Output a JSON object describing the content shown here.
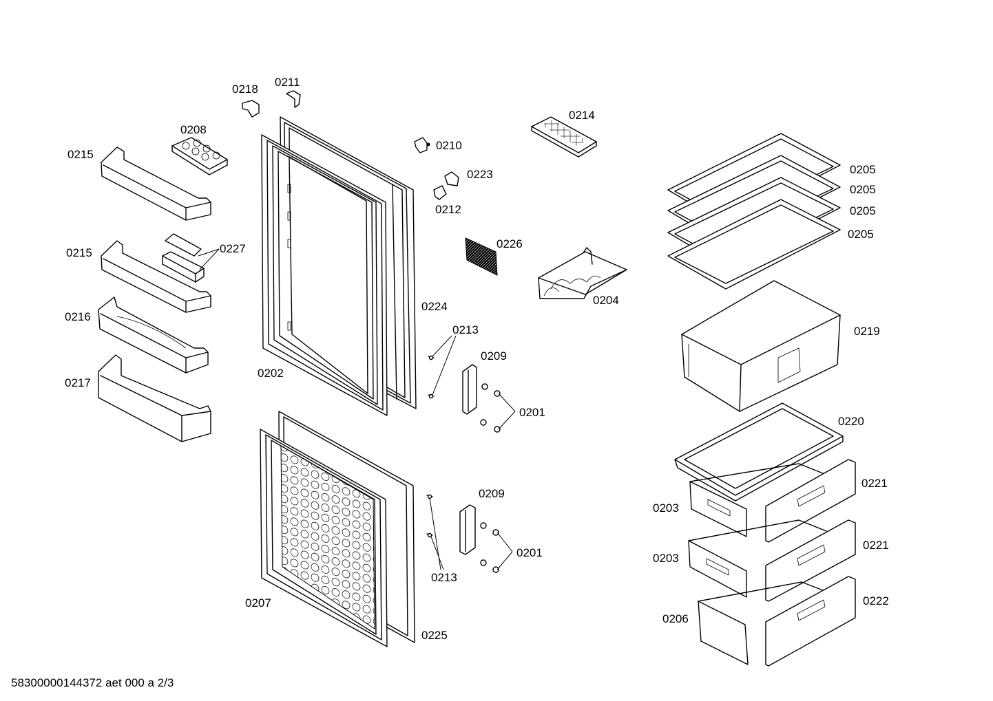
{
  "labels": {
    "p0201a": "0201",
    "p0201b": "0201",
    "p0202": "0202",
    "p0203a": "0203",
    "p0203b": "0203",
    "p0204": "0204",
    "p0205a": "0205",
    "p0205b": "0205",
    "p0205c": "0205",
    "p0205d": "0205",
    "p0206": "0206",
    "p0207": "0207",
    "p0208": "0208",
    "p0209a": "0209",
    "p0209b": "0209",
    "p0210": "0210",
    "p0211": "0211",
    "p0212": "0212",
    "p0213a": "0213",
    "p0213b": "0213",
    "p0214": "0214",
    "p0215a": "0215",
    "p0215b": "0215",
    "p0216": "0216",
    "p0217": "0217",
    "p0218": "0218",
    "p0219": "0219",
    "p0220": "0220",
    "p0221a": "0221",
    "p0221b": "0221",
    "p0222": "0222",
    "p0223": "0223",
    "p0224": "0224",
    "p0225": "0225",
    "p0226": "0226",
    "p0227": "0227"
  },
  "footer": {
    "doc_id": "58300000144372 aet 000 a 2/3"
  }
}
